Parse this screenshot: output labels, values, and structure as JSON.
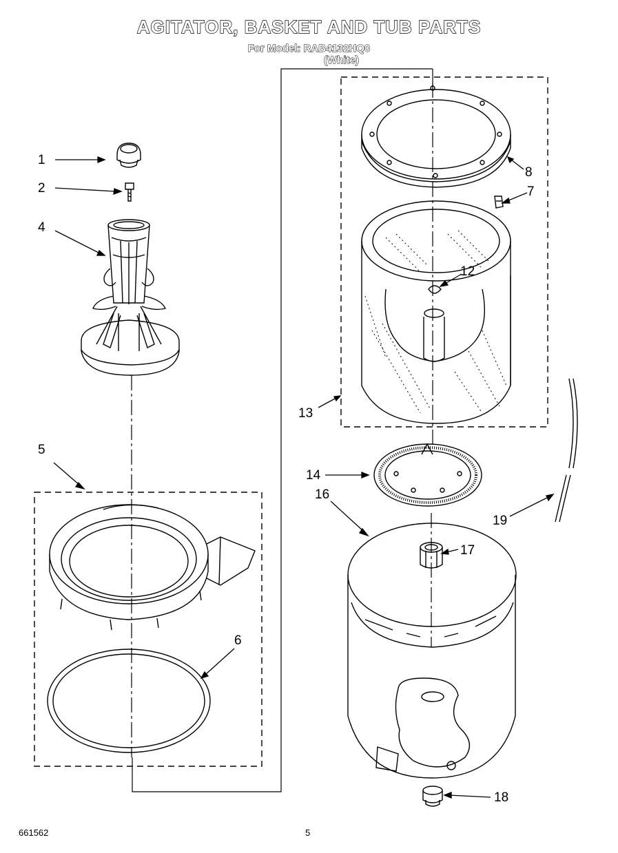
{
  "header": {
    "title": "AGITATOR, BASKET AND TUB PARTS",
    "model_line": "For Model: RAB4132HQ0",
    "color_line": "(White)"
  },
  "callouts": {
    "c1": "1",
    "c2": "2",
    "c4": "4",
    "c5": "5",
    "c6": "6",
    "c7": "7",
    "c8": "8",
    "c12": "12",
    "c13": "13",
    "c14": "14",
    "c16": "16",
    "c17": "17",
    "c18": "18",
    "c19": "19"
  },
  "footer": {
    "code": "661562",
    "page": "5"
  }
}
